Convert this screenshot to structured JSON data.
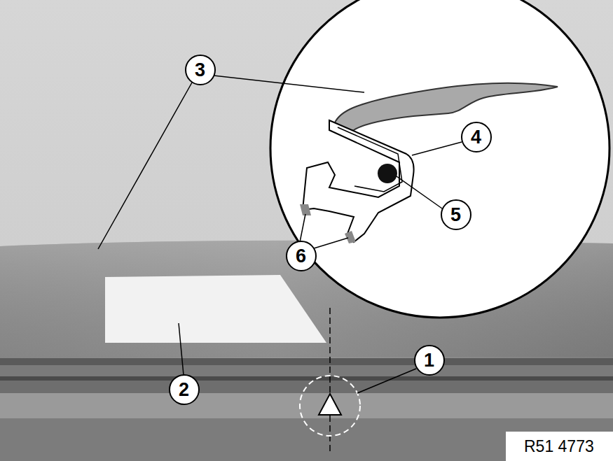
{
  "diagram": {
    "labels": [
      "3",
      "4",
      "5",
      "6",
      "2",
      "1",
      "R51 4773"
    ]
  }
}
